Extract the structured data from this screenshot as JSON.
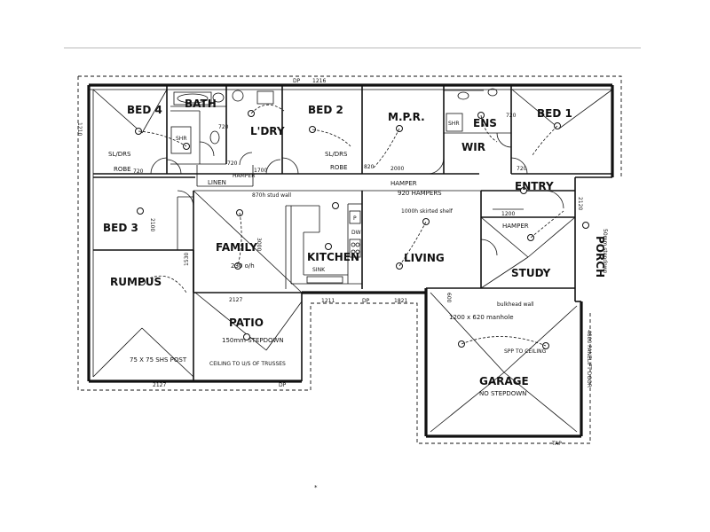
{
  "rooms": {
    "bed4": "BED 4",
    "bath": "BATH",
    "ldry": "L'DRY",
    "bed2": "BED 2",
    "mpr": "M.P.R.",
    "ens": "ENS",
    "bed1": "BED 1",
    "wir": "WIR",
    "bed3": "BED 3",
    "family": "FAMILY",
    "kitchen": "KITCHEN",
    "living": "LIVING",
    "study": "STUDY",
    "entry": "ENTRY",
    "porch": "PORCH",
    "rumpus": "RUMPUS",
    "patio": "PATIO",
    "garage": "GARAGE"
  },
  "labels": {
    "robe_left": "ROBE",
    "robe_mid": "ROBE",
    "sl_drs_left": "SL/DRS",
    "sl_drs_mid": "SL/DRS",
    "linen": "LINEN",
    "hamper_left": "HAMPER",
    "hamper_mid": "HAMPER",
    "hamper_right": "HAMPER",
    "shr_bath": "SHR",
    "shr_ens": "SHR",
    "stud_wall": "870h stud wall",
    "family_area": "230 o/h",
    "skirted_shelf": "1000h skirted shelf",
    "hamper_piers": "920 HAMPERS",
    "sink": "SINK",
    "dw": "DW",
    "pantry": "P",
    "bulkhead": "bulkhead wall",
    "manhole": "1200 x 620 manhole",
    "spp": "SPP TO CEILING",
    "garage_note": "NO STEPDOWN",
    "patio_step": "150mm STEPDOWN",
    "patio_ceiling": "CEILING TO U/S OF TRUSSES",
    "shs_post": "75 X 75 SHS POST",
    "porch_step": "50mm stepdown",
    "panelift": "4800 PANELIFT DOOR",
    "tap": "TAP"
  },
  "dims": {
    "d1216": "1216",
    "dp_top": "DP",
    "d720a": "720",
    "d720b": "720",
    "d720c": "720",
    "d720d": "720",
    "d720e": "720",
    "d820": "820",
    "d2000": "2000",
    "d1200": "1200",
    "d1700": "1700",
    "d2100": "2100",
    "d3000": "3000",
    "d1530": "1530",
    "d2127a": "2127",
    "d2127b": "2127",
    "d1211": "1211",
    "d1821": "1821",
    "dp_mid": "DP",
    "dp_bot": "DP",
    "d600": "600",
    "d1210": "1210",
    "d2120": "2120"
  }
}
